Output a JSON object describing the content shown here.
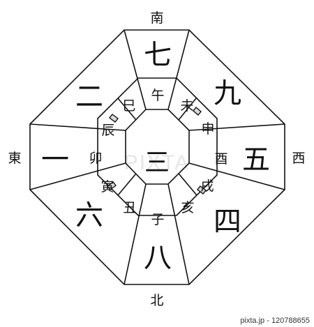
{
  "directions": {
    "south": "南",
    "north": "北",
    "east": "東",
    "west": "西"
  },
  "numbers": {
    "top": "七",
    "top_right": "九",
    "right": "五",
    "bottom_right": "四",
    "bottom": "八",
    "bottom_left": "六",
    "left": "一",
    "top_left": "二",
    "center": "三"
  },
  "branches": {
    "wu": "午",
    "wei": "未",
    "shen": "申",
    "you": "酉",
    "xu": "戌",
    "hai": "亥",
    "zi": "子",
    "chou": "丑",
    "yin": "寅",
    "mao": "卯",
    "chen": "辰",
    "si": "巳"
  },
  "watermark": "PIXTA",
  "footer": "pixta.jp - 120788655"
}
